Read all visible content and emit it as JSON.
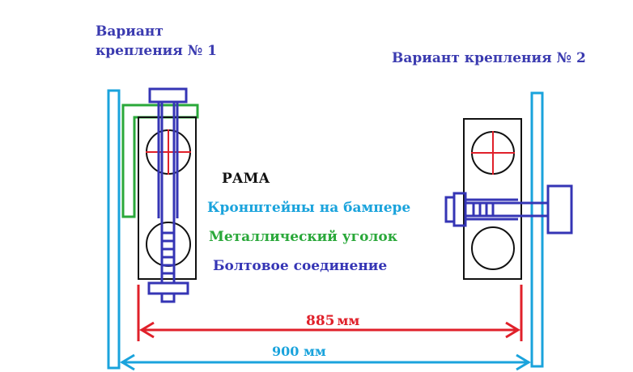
{
  "labels": {
    "variant1_line1": "Вариант",
    "variant1_line2": "крепления № 1",
    "variant2": "Вариант крепления № 2",
    "frame": "РАМА",
    "brackets": "Кронштейны на бампере",
    "angle": "Металлический уголок",
    "bolt": "Болтовое соединение",
    "dim_inner_value": "885",
    "dim_inner_unit": "мм",
    "dim_outer": "900 мм"
  },
  "colors": {
    "label_blue": "#3b3bb0",
    "bracket": "#1aa3dc",
    "angle": "#2aa83a",
    "bolt": "#3535b5",
    "dimension": "#e0202a",
    "frame": "#111111",
    "text_black": "#111111"
  }
}
